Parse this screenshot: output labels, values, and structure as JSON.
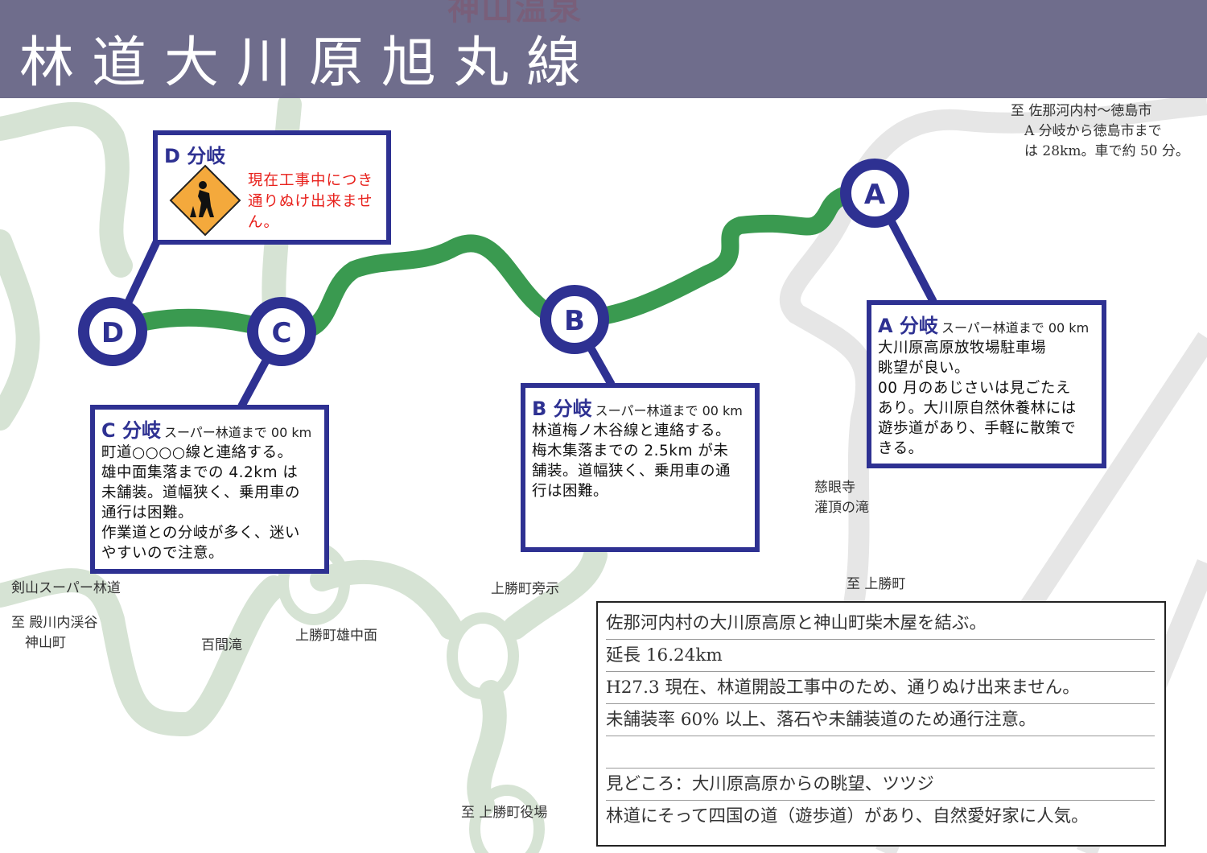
{
  "header": {
    "title": "林道大川原旭丸線",
    "ghost_text": "神山温泉"
  },
  "colors": {
    "header": "#6a6888",
    "route": "#3a9a50",
    "accent": "#2e3192",
    "warning": "#e8211c",
    "bg_road_green": "#d6e3d4",
    "bg_road_gray": "#e6e6e6"
  },
  "markers": [
    {
      "letter": "D"
    },
    {
      "letter": "C"
    },
    {
      "letter": "B"
    },
    {
      "letter": "A"
    }
  ],
  "boxes": {
    "d": {
      "title": "D 分岐",
      "warning": "現在工事中につき\n通りぬけ出来ませ\nん。",
      "icon": "construction-worker-sign-icon"
    },
    "c": {
      "title": "C 分岐",
      "sub": "スーパー林道まで 00 km",
      "body": "町道○○○○線と連絡する。\n雄中面集落までの 4.2km は\n未舗装。道幅狭く、乗用車の\n通行は困難。\n作業道との分岐が多く、迷い\nやすいので注意。"
    },
    "b": {
      "title": "B 分岐",
      "sub": "スーパー林道まで 00 km",
      "body": "林道梅ノ木谷線と連絡する。\n梅木集落までの 2.5km が未\n舗装。道幅狭く、乗用車の通\n行は困難。"
    },
    "a": {
      "title": "A 分岐",
      "sub": "スーパー林道まで 00 km",
      "body": "大川原高原放牧場駐車場\n眺望が良い。\n00 月のあじさいは見ごたえ\nあり。大川原自然休養林には\n遊歩道があり、手軽に散策で\nきる。"
    }
  },
  "labels": {
    "tokushima": "至 佐那河内村～徳島市\n　A 分岐から徳島市まで\n　は 28km。車で約 50 分。",
    "jigenji": "慈眼寺\n灌頂の滝",
    "to_kamikatsu": "至 上勝町",
    "tsurugi": "剣山スーパー林道",
    "tonokawa": "至 殿川内渓谷\n　神山町",
    "hyakken": "百間滝",
    "onakamo": "上勝町雄中面",
    "kashiji": "上勝町旁示",
    "yakuba": "至 上勝町役場"
  },
  "info": {
    "rows": [
      "佐那河内村の大川原高原と神山町柴木屋を結ぶ。",
      "延長 16.24km",
      "H27.3 現在、林道開設工事中のため、通りぬけ出来ません。",
      "未舗装率 60% 以上、落石や未舗装道のため通行注意。",
      "",
      "見どころ：大川原高原からの眺望、ツツジ",
      "林道にそって四国の道（遊歩道）があり、自然愛好家に人気。"
    ]
  }
}
